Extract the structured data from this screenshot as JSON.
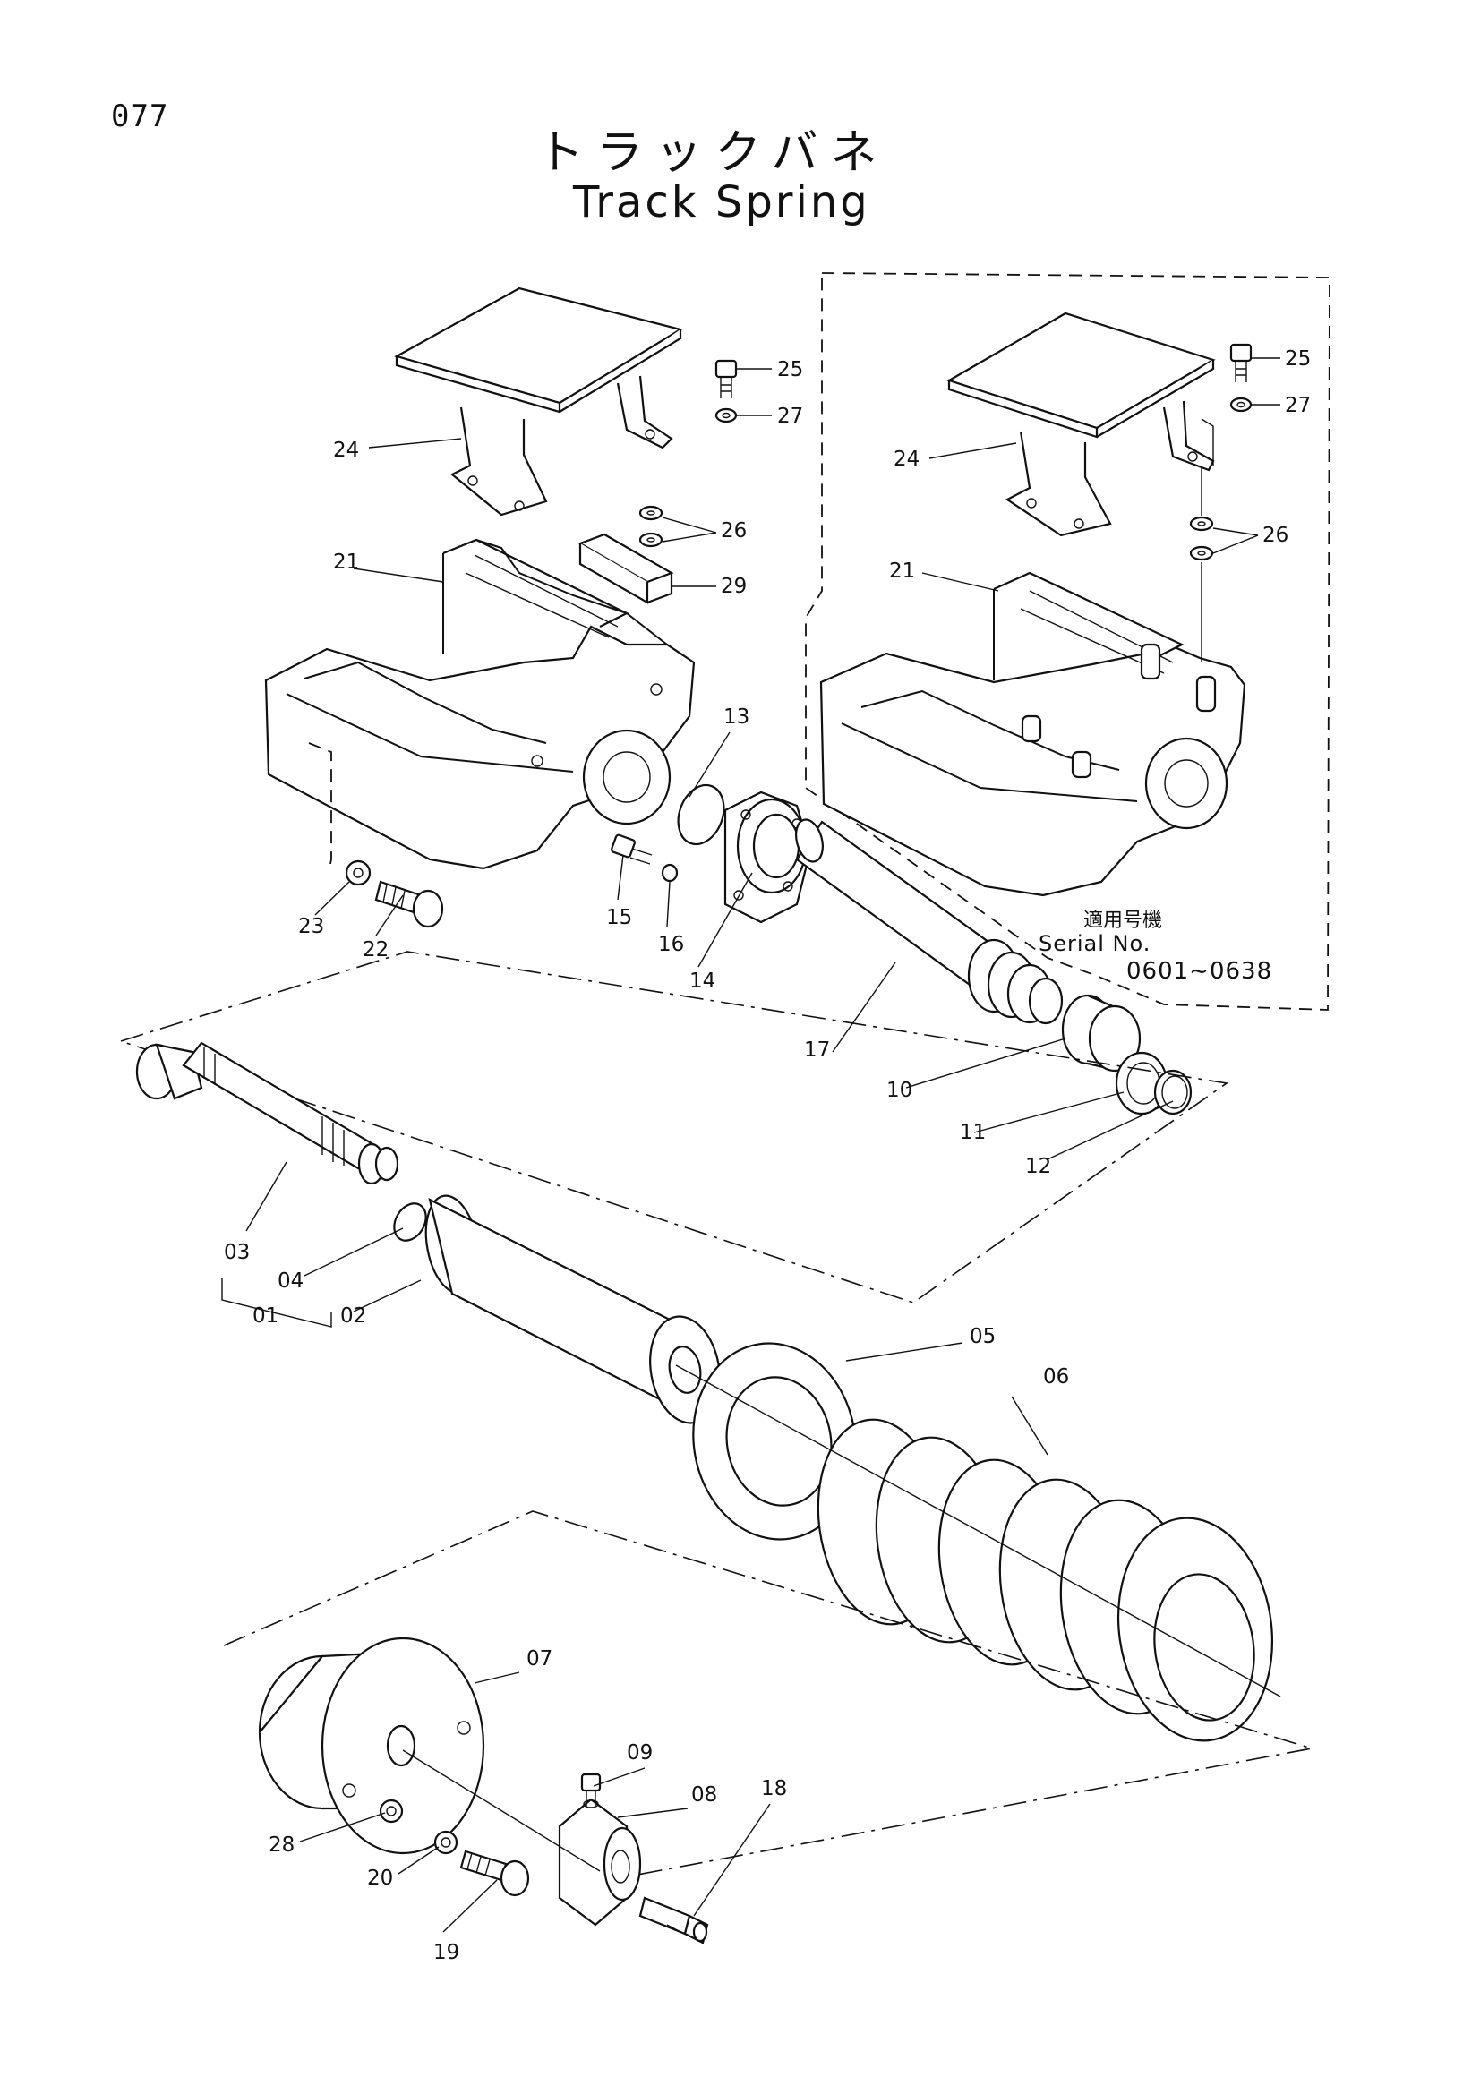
{
  "page_number": "077",
  "title_jp": "トラックバネ",
  "title_en": "Track Spring",
  "serial": {
    "label_jp": "適用号機",
    "label_en": "Serial No.",
    "range": "0601~0638"
  },
  "callouts": [
    "25",
    "27",
    "24",
    "26",
    "21",
    "29",
    "13",
    "15",
    "16",
    "14",
    "23",
    "22",
    "17",
    "10",
    "11",
    "12",
    "03",
    "04",
    "01",
    "02",
    "05",
    "06",
    "07",
    "09",
    "08",
    "18",
    "28",
    "20",
    "19",
    "25",
    "27",
    "24",
    "26",
    "21"
  ]
}
